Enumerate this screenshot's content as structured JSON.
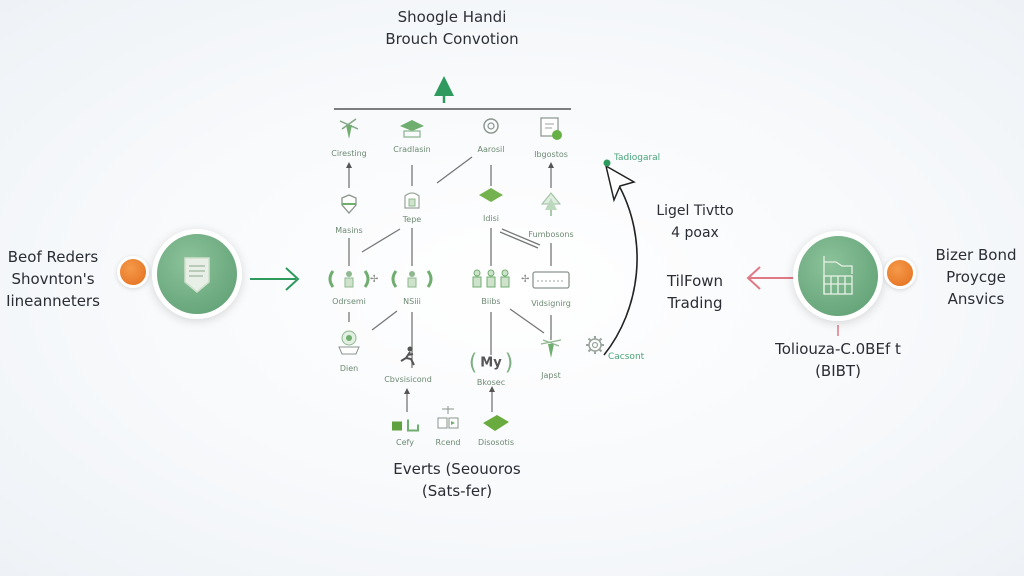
{
  "title": {
    "line1": "Shoogle Handi",
    "line2": "Brouch Convotion"
  },
  "left_group": {
    "lines": [
      "Beof Reders",
      "Shovnton's",
      "Iineanneters"
    ],
    "icon": "document-shield-icon",
    "accent": "#e5782a"
  },
  "right_group": {
    "lines": [
      "Bizer Bond",
      "Proycge",
      "Ansvics"
    ],
    "icon": "building-icon",
    "caption_line1": "Toliouza-C.0BEf t",
    "caption_line2": "(BIBT)",
    "accent": "#e5782a"
  },
  "middle_right": {
    "top_badge": "Tadiogaral",
    "label1_line1": "Ligel Tivtto",
    "label1_line2": "4 poax",
    "label2_line1": "TilFown",
    "label2_line2": "Trading",
    "gear_label": "Cacsont"
  },
  "bottom": {
    "line1": "Everts (Seouoros",
    "line2": "(Sats-fer)"
  },
  "nodes": [
    {
      "id": "n1",
      "label": "Ciresting",
      "icon": "plant-icon"
    },
    {
      "id": "n2",
      "label": "Cradlasin",
      "icon": "graduation-cap-icon"
    },
    {
      "id": "n3",
      "label": "Aarosil",
      "icon": "gear-cluster-icon"
    },
    {
      "id": "n4",
      "label": "Ibgostos",
      "icon": "certificate-icon"
    },
    {
      "id": "n5",
      "label": "Masins",
      "icon": "shield-icon"
    },
    {
      "id": "n6",
      "label": "Tepe",
      "icon": "jar-icon"
    },
    {
      "id": "n7",
      "label": "Idisi",
      "icon": "leaf-tile-icon"
    },
    {
      "id": "n8",
      "label": "Fumbosons",
      "icon": "tree-icon"
    },
    {
      "id": "n9",
      "label": "Odrsemi",
      "icon": "people-group-icon"
    },
    {
      "id": "n10",
      "label": "NSiii",
      "icon": "people-group-icon"
    },
    {
      "id": "n11",
      "label": "Biibs",
      "icon": "people-group-icon"
    },
    {
      "id": "n12",
      "label": "Vidsignirg",
      "icon": "keyboard-icon"
    },
    {
      "id": "n13",
      "label": "Dien",
      "icon": "globe-basket-icon"
    },
    {
      "id": "n14",
      "label": "Cbvsisicond",
      "icon": "runner-icon"
    },
    {
      "id": "n15",
      "label": "Bkosec",
      "icon": "my-badge-icon",
      "badge_text": "My"
    },
    {
      "id": "n16",
      "label": "Japst",
      "icon": "plant-icon"
    },
    {
      "id": "n17",
      "label": "Cefy",
      "icon": "chart-blocks-icon"
    },
    {
      "id": "n18",
      "label": "Rcend",
      "icon": "scales-icon"
    },
    {
      "id": "n19",
      "label": "Disosotis",
      "icon": "leaf-tile-icon"
    }
  ]
}
